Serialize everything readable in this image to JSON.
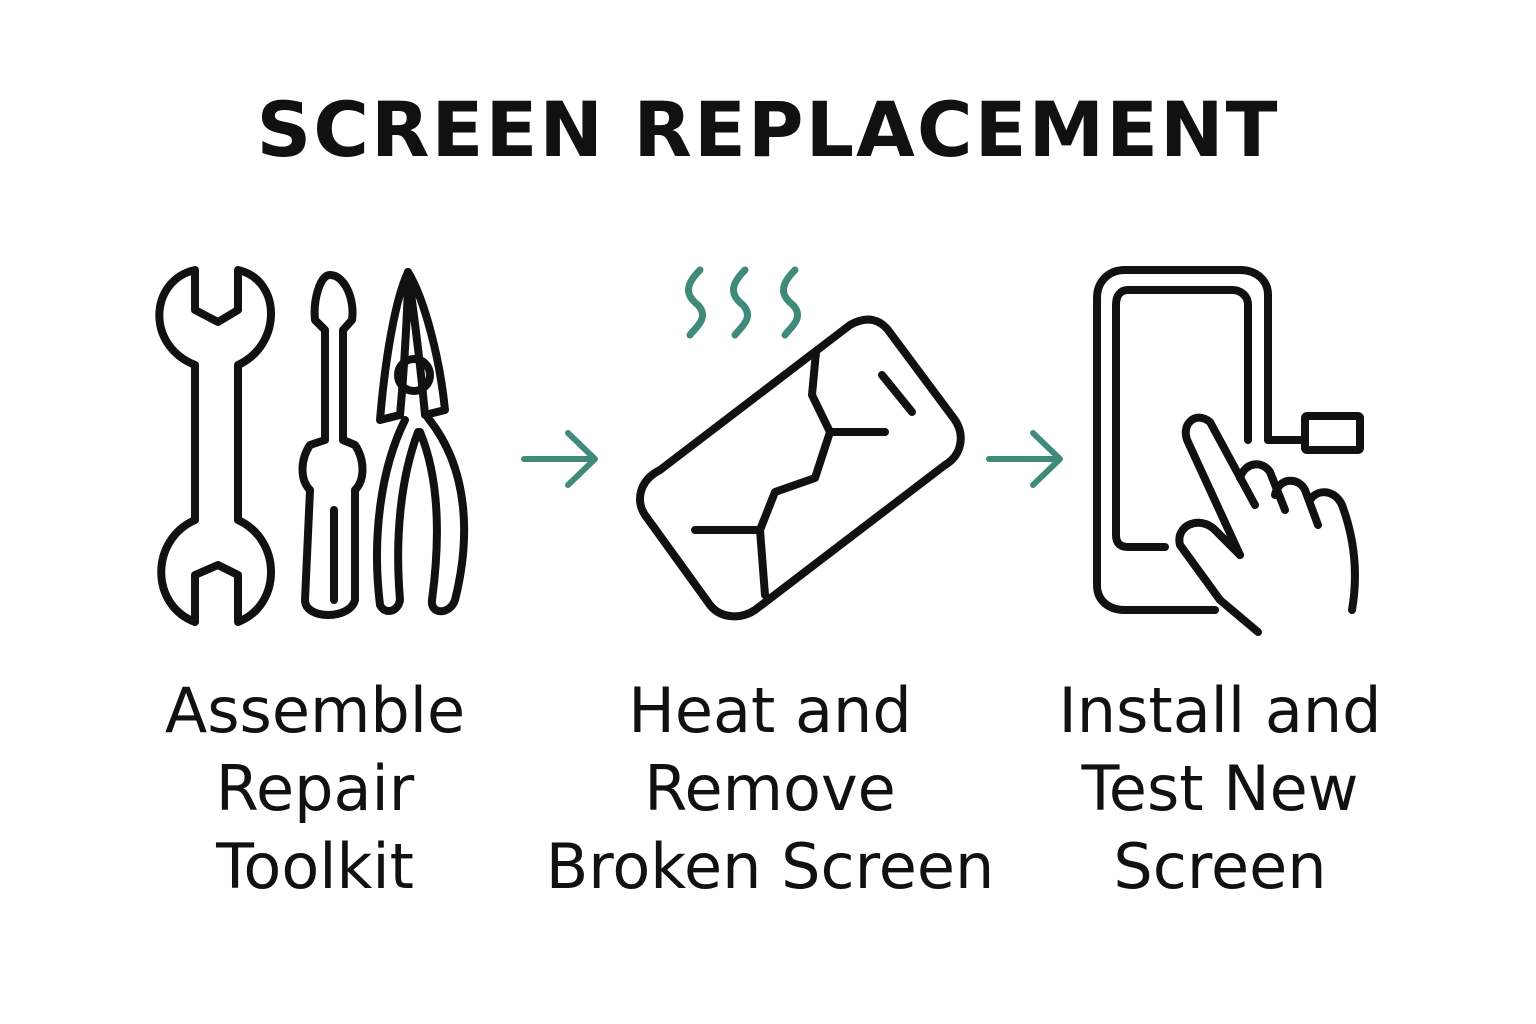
{
  "title": "SCREEN REPLACEMENT",
  "steps": [
    {
      "label": "Assemble\nRepair\nToolkit",
      "icon": "toolkit-icon"
    },
    {
      "label": "Heat and\nRemove\nBroken Screen",
      "icon": "broken-phone-icon"
    },
    {
      "label": "Install and\nTest New\nScreen",
      "icon": "phone-touch-icon"
    }
  ],
  "colors": {
    "ink": "#111111",
    "accent": "#3f8a7a",
    "background": "#ffffff"
  }
}
